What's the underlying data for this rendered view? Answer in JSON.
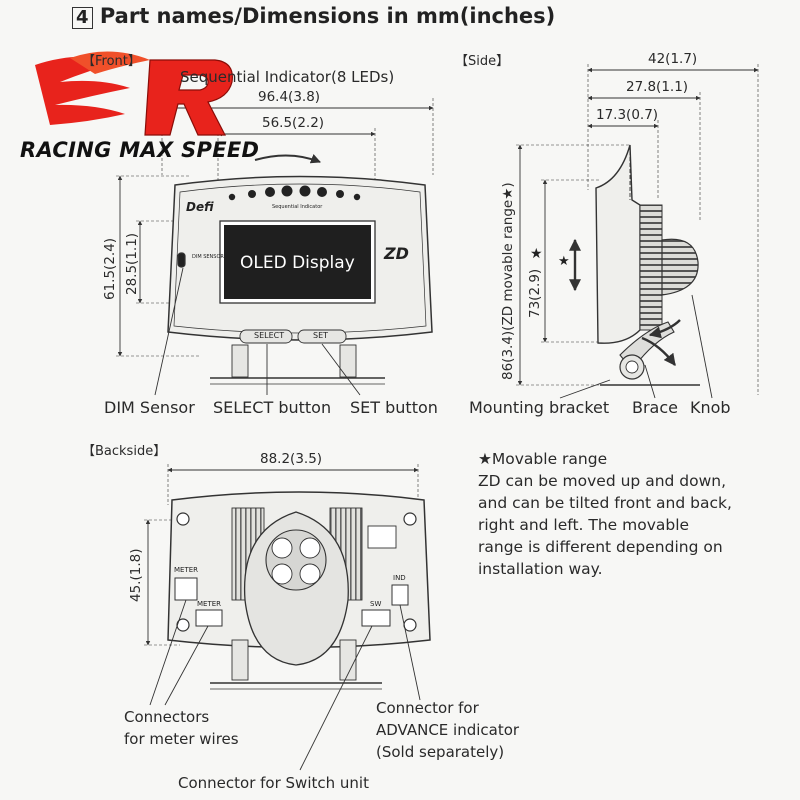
{
  "heading": {
    "number": "4",
    "title": "Part names/Dimensions in mm(inches)"
  },
  "logo": {
    "text": "RACING MAX SPEED",
    "letter": "R"
  },
  "sections": {
    "front": "【Front】",
    "side": "【Side】",
    "backside": "【Backside】"
  },
  "front": {
    "sequential_indicator": "Sequential Indicator(8 LEDs)",
    "width_total": "96.4(3.8)",
    "width_display": "56.5(2.2)",
    "height_total": "61.5(2.4)",
    "height_display": "28.5(1.1)",
    "oled_label": "OLED Display",
    "brand": "Defi",
    "zd_mark": "ZD",
    "select_btn": "SELECT",
    "set_btn": "SET",
    "dim_sensor": "DIM Sensor",
    "select_button": "SELECT button",
    "set_button": "SET button",
    "dim_small": "DIM SENSOR",
    "seq_small": "Sequential Indicator"
  },
  "side": {
    "w42": "42(1.7)",
    "w278": "27.8(1.1)",
    "w173": "17.3(0.7)",
    "h86": "86(3.4)(ZD movable range★)",
    "h73": "73(2.9)",
    "mounting_bracket": "Mounting bracket",
    "brace": "Brace",
    "knob": "Knob",
    "star": "★"
  },
  "back": {
    "width": "88.2(3.5)",
    "height": "45.(1.8)",
    "meter_top": "METER",
    "meter_bottom": "METER",
    "ind": "IND",
    "sw": "SW",
    "connectors_meter_1": "Connectors",
    "connectors_meter_2": "for meter wires",
    "connector_switch": "Connector for Switch unit",
    "connector_adv_1": "Connector for",
    "connector_adv_2": "ADVANCE indicator",
    "connector_adv_3": "(Sold separately)"
  },
  "movable": {
    "title": "★Movable range",
    "line1": "ZD can be moved up and down,",
    "line2": "and can be tilted front and back,",
    "line3": "right and left.  The movable",
    "line4": "range is different depending on",
    "line5": "installation way."
  },
  "colors": {
    "logo_red": "#e8231c",
    "line": "#3a3a3a",
    "panel": "#d9d9d6",
    "screen": "#2b2b2b",
    "paper": "#f7f7f5"
  }
}
